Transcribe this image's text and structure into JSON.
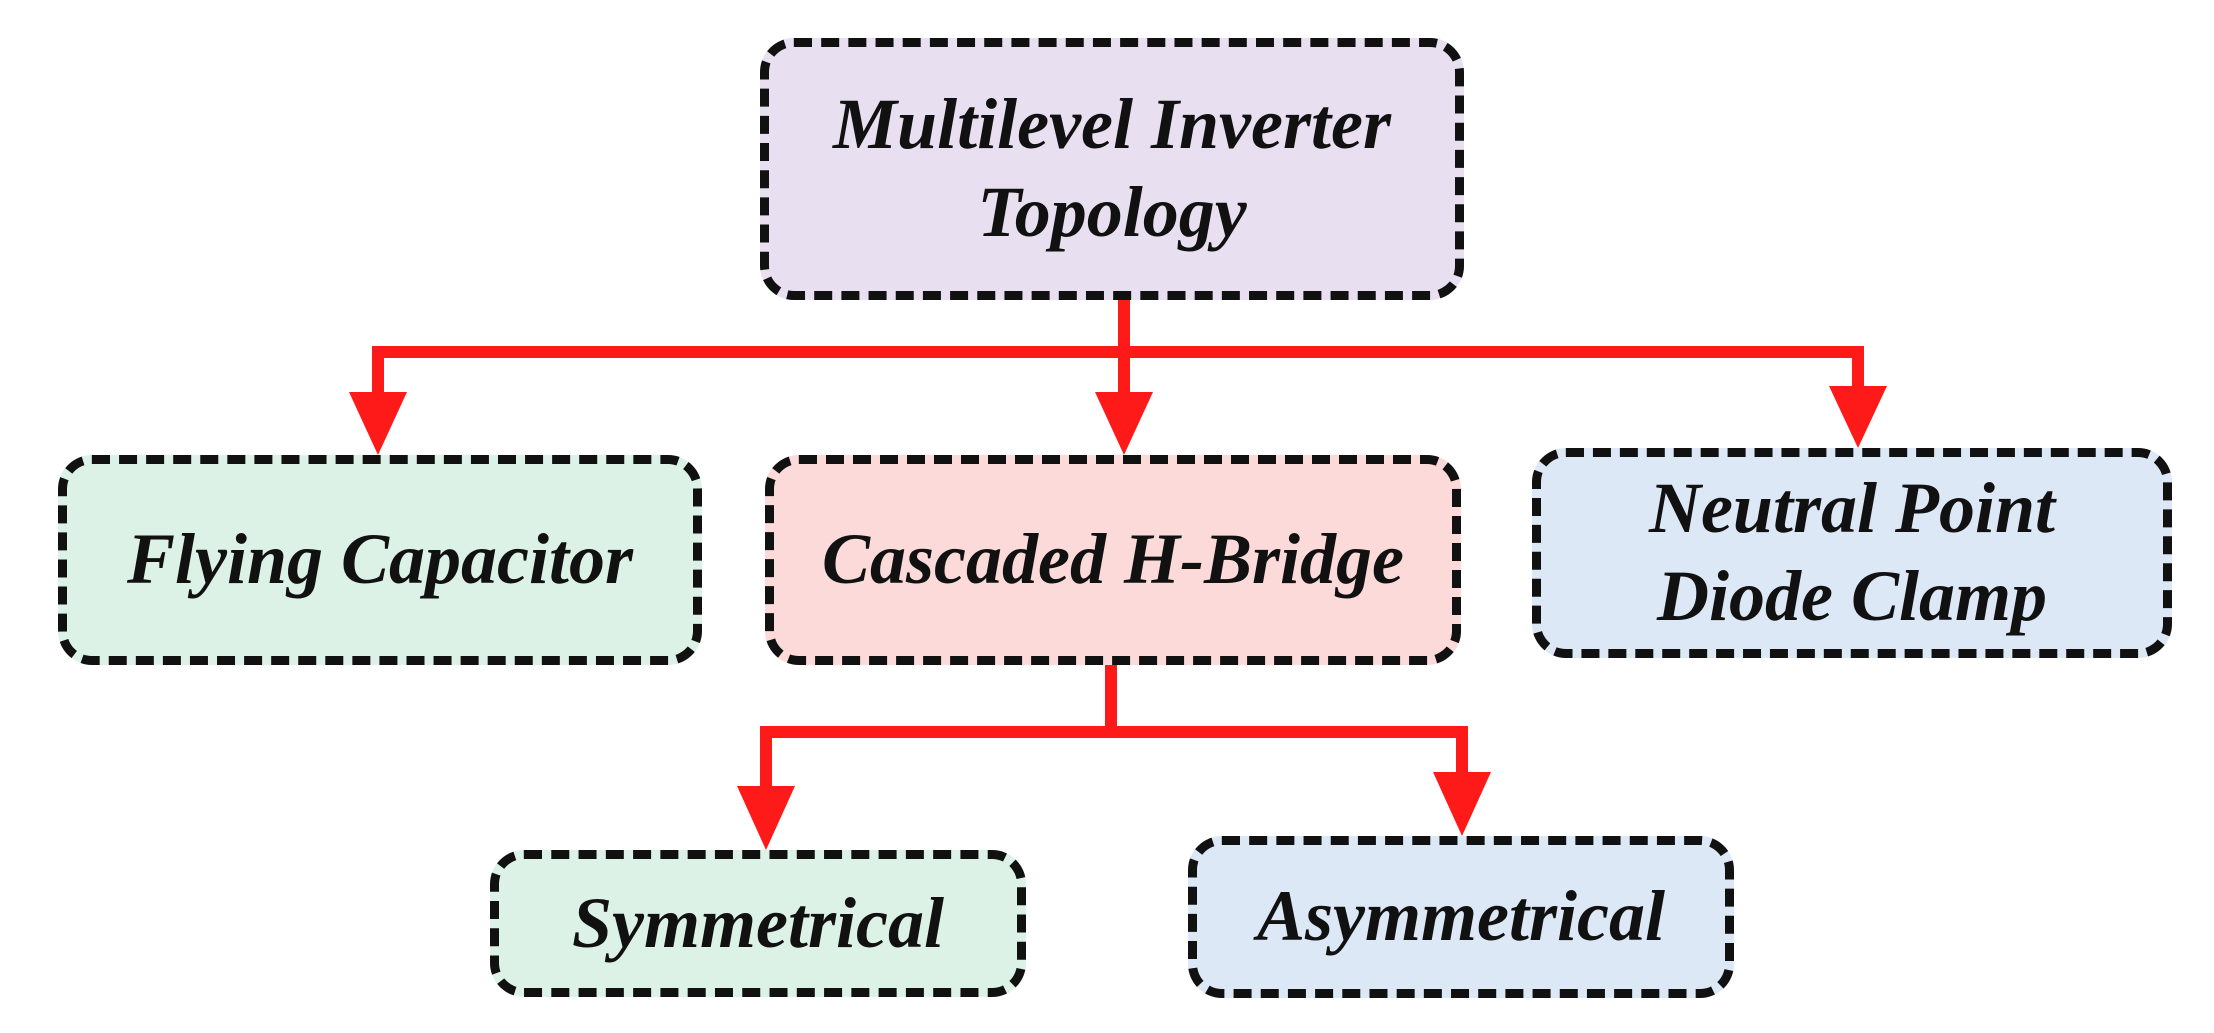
{
  "diagram": {
    "colors": {
      "arrow": "#ff1a1a",
      "border": "#111111",
      "text": "#111111"
    },
    "nodes": {
      "root": {
        "label": "Multilevel Inverter\nTopology",
        "fill": "#e8dff0"
      },
      "flying_capacitor": {
        "label": "Flying Capacitor",
        "fill": "#dcf2e6"
      },
      "cascaded_h_bridge": {
        "label": "Cascaded H-Bridge",
        "fill": "#fcdada"
      },
      "neutral_point": {
        "label": "Neutral Point\nDiode Clamp",
        "fill": "#dce8f5"
      },
      "symmetrical": {
        "label": "Symmetrical",
        "fill": "#dcf2e6"
      },
      "asymmetrical": {
        "label": "Asymmetrical",
        "fill": "#dce8f5"
      }
    },
    "edges": [
      {
        "from": "root",
        "to": "flying_capacitor"
      },
      {
        "from": "root",
        "to": "cascaded_h_bridge"
      },
      {
        "from": "root",
        "to": "neutral_point"
      },
      {
        "from": "cascaded_h_bridge",
        "to": "symmetrical"
      },
      {
        "from": "cascaded_h_bridge",
        "to": "asymmetrical"
      }
    ]
  }
}
